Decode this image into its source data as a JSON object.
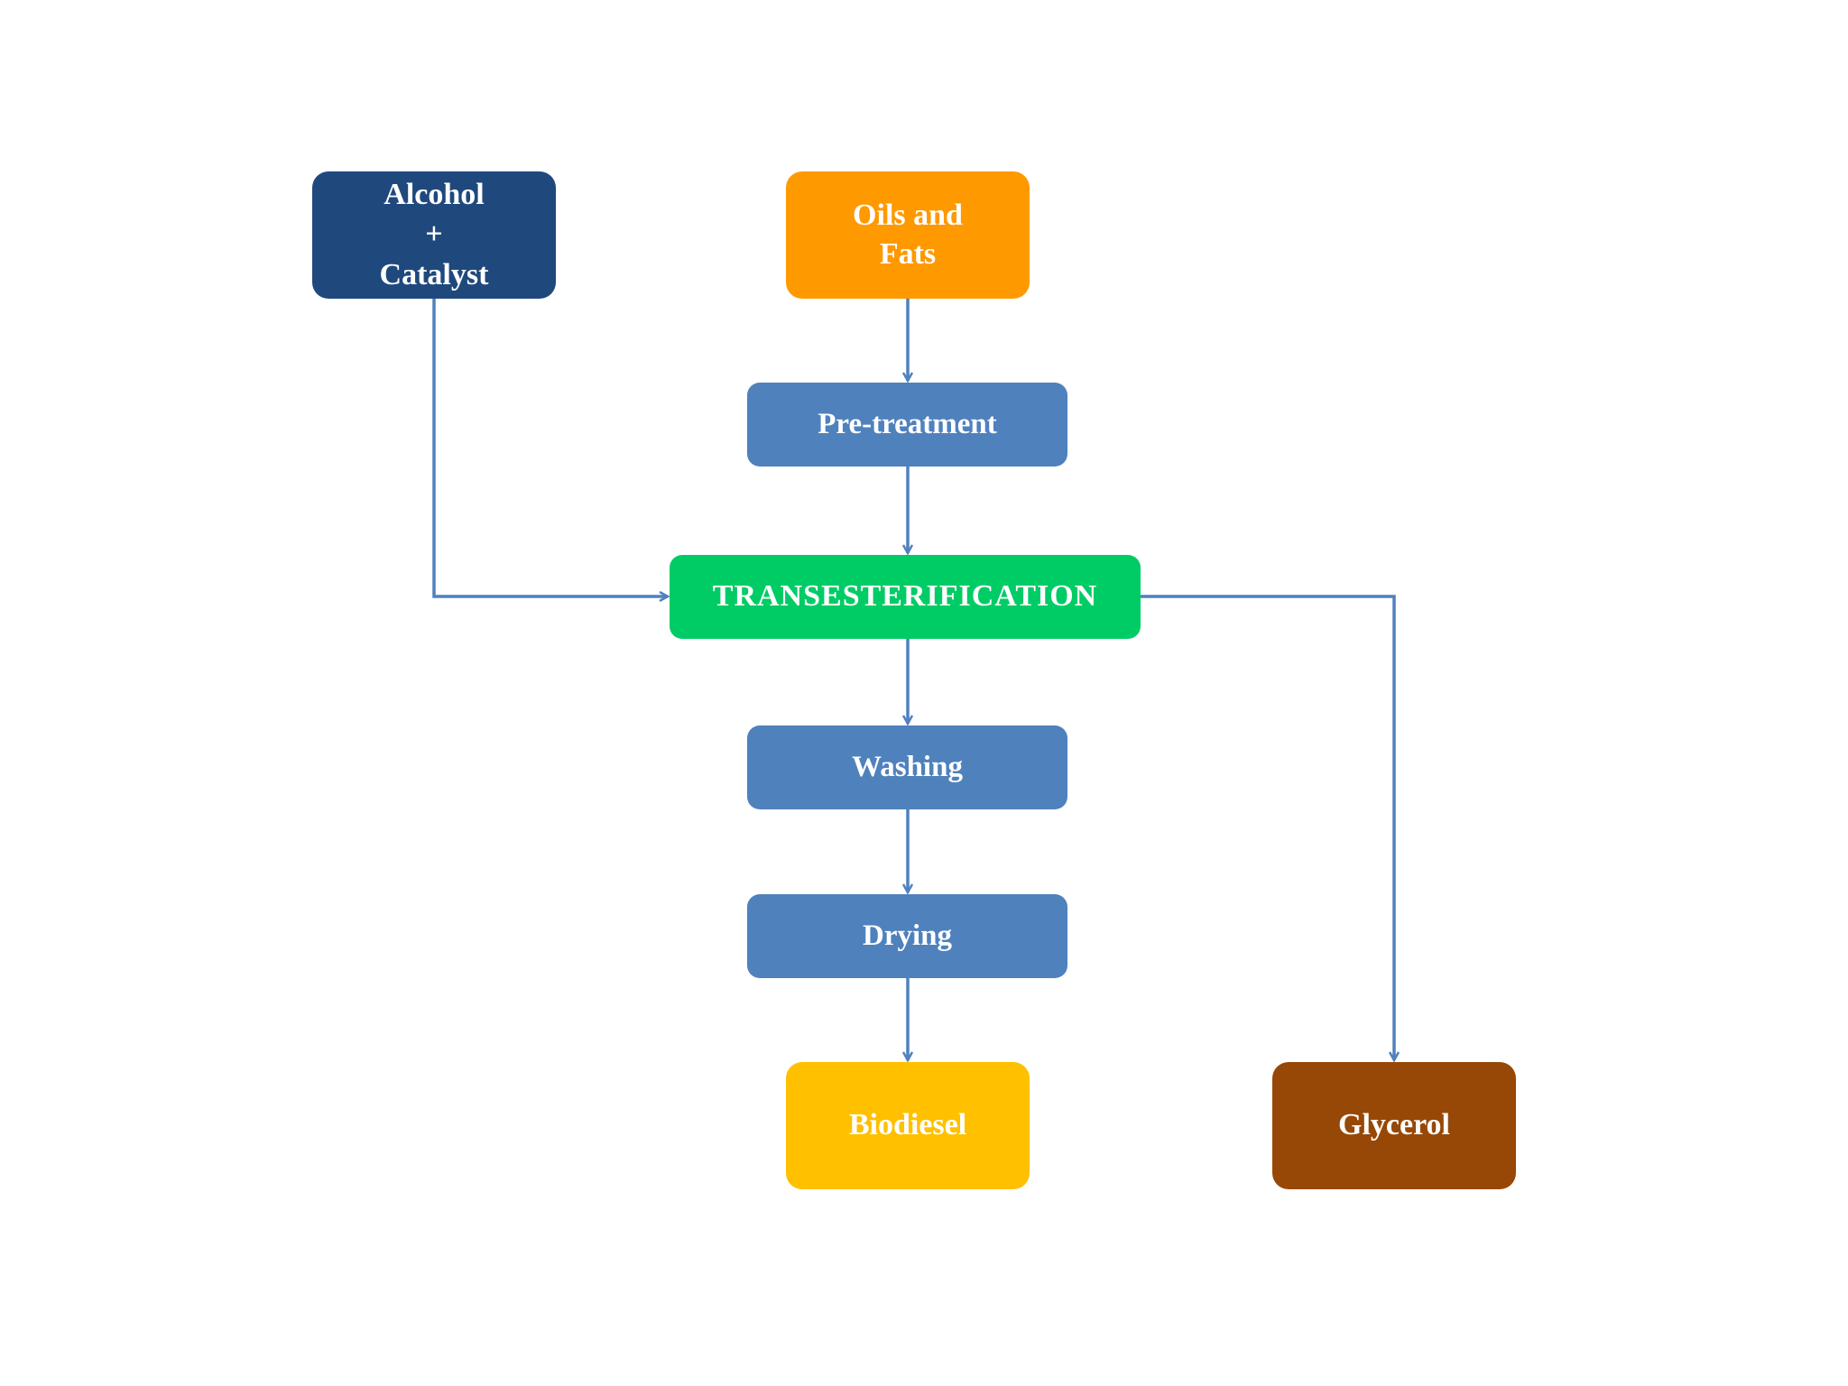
{
  "diagram": {
    "nodes": {
      "alcohol_catalyst": {
        "lines": [
          "Alcohol",
          "+",
          "Catalyst"
        ],
        "color": "#1f497d"
      },
      "oils_fats": {
        "lines": [
          "Oils and",
          "Fats"
        ],
        "color": "#ff9900"
      },
      "pretreatment": {
        "label": "Pre-treatment",
        "color": "#4f81bd"
      },
      "transesterification": {
        "label": "TRANSESTERIFICATION",
        "color": "#00cc66"
      },
      "washing": {
        "label": "Washing",
        "color": "#4f81bd"
      },
      "drying": {
        "label": "Drying",
        "color": "#4f81bd"
      },
      "biodiesel": {
        "label": "Biodiesel",
        "color": "#ffc000"
      },
      "glycerol": {
        "label": "Glycerol",
        "color": "#974806"
      }
    },
    "edges": [
      {
        "from": "oils_fats",
        "to": "pretreatment"
      },
      {
        "from": "pretreatment",
        "to": "transesterification"
      },
      {
        "from": "alcohol_catalyst",
        "to": "transesterification"
      },
      {
        "from": "transesterification",
        "to": "washing"
      },
      {
        "from": "washing",
        "to": "drying"
      },
      {
        "from": "drying",
        "to": "biodiesel"
      },
      {
        "from": "transesterification",
        "to": "glycerol"
      }
    ],
    "connector_color": "#4f81bd"
  }
}
